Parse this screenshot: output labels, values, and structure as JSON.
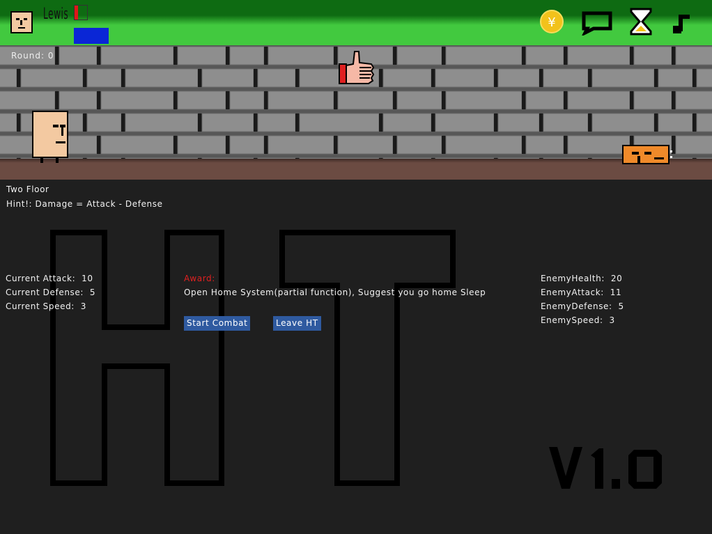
{
  "header": {
    "username": "Lewis",
    "hp_fraction": 0.25,
    "icons": [
      "coin-icon",
      "chat-bubble-icon",
      "hourglass-icon",
      "music-note-icon"
    ],
    "coin_symbol": "¥"
  },
  "scene": {
    "round_label": "Round:",
    "round_value": "0"
  },
  "info": {
    "floor": "Two Floor",
    "hint": "Hint!: Damage = Attack - Defense"
  },
  "player_stats": [
    {
      "label": "Current Attack:",
      "value": "10"
    },
    {
      "label": "Current Defense:",
      "value": "5"
    },
    {
      "label": "Current Speed:",
      "value": "3"
    }
  ],
  "award": {
    "label": "Award:",
    "text": "Open Home System(partial function), Suggest you go home Sleep"
  },
  "buttons": {
    "start": "Start Combat",
    "leave": "Leave HT"
  },
  "enemy_stats": [
    {
      "label": "EnemyHealth:",
      "value": "20"
    },
    {
      "label": "EnemyAttack:",
      "value": "11"
    },
    {
      "label": "EnemyDefense:",
      "value": "5"
    },
    {
      "label": "EnemySpeed:",
      "value": "3"
    }
  ],
  "logo": {
    "text": "HT",
    "version": "V1.0"
  },
  "colors": {
    "hp": "#e01818",
    "mp": "#0a26d6",
    "button": "#2f5aa0",
    "award": "#e02020"
  }
}
